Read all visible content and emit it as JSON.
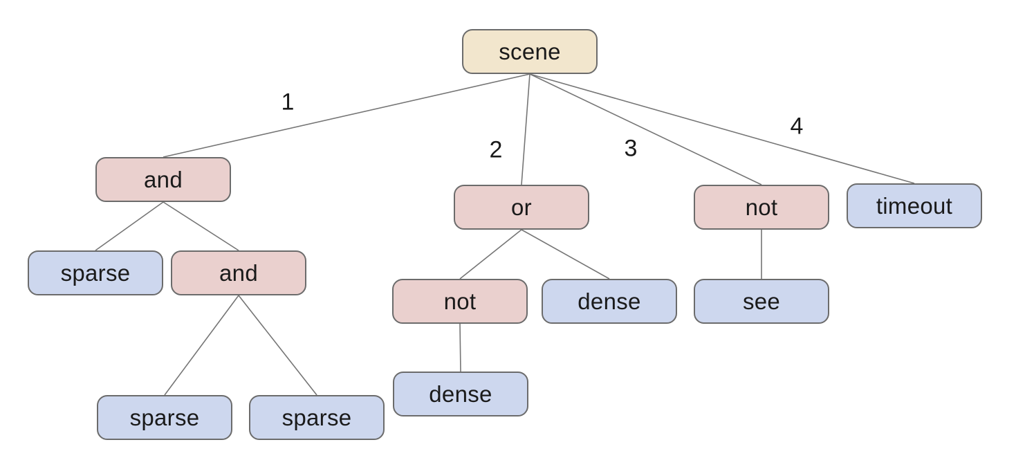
{
  "diagram": {
    "colors": {
      "background": "#ffffff",
      "root_fill": "#f2e6cd",
      "operator_fill": "#ead0ce",
      "leaf_fill": "#cdd7ee",
      "node_border": "#6b6b6b",
      "edge_line": "#757575",
      "text_color": "#1a1a1a"
    },
    "nodes": [
      {
        "id": "scene",
        "label": "scene",
        "kind": "root"
      },
      {
        "id": "and-1",
        "label": "and",
        "kind": "operator"
      },
      {
        "id": "or-1",
        "label": "or",
        "kind": "operator"
      },
      {
        "id": "not-1",
        "label": "not",
        "kind": "operator"
      },
      {
        "id": "timeout-1",
        "label": "timeout",
        "kind": "leaf"
      },
      {
        "id": "sparse-1",
        "label": "sparse",
        "kind": "leaf"
      },
      {
        "id": "and-2",
        "label": "and",
        "kind": "operator"
      },
      {
        "id": "not-2",
        "label": "not",
        "kind": "operator"
      },
      {
        "id": "dense-1",
        "label": "dense",
        "kind": "leaf"
      },
      {
        "id": "see-1",
        "label": "see",
        "kind": "leaf"
      },
      {
        "id": "sparse-2",
        "label": "sparse",
        "kind": "leaf"
      },
      {
        "id": "sparse-3",
        "label": "sparse",
        "kind": "leaf"
      },
      {
        "id": "dense-2",
        "label": "dense",
        "kind": "leaf"
      }
    ],
    "edges": [
      {
        "from": "scene",
        "to": "and-1",
        "label": "1"
      },
      {
        "from": "scene",
        "to": "or-1",
        "label": "2"
      },
      {
        "from": "scene",
        "to": "not-1",
        "label": "3"
      },
      {
        "from": "scene",
        "to": "timeout-1",
        "label": "4"
      },
      {
        "from": "and-1",
        "to": "sparse-1",
        "label": ""
      },
      {
        "from": "and-1",
        "to": "and-2",
        "label": ""
      },
      {
        "from": "and-2",
        "to": "sparse-2",
        "label": ""
      },
      {
        "from": "and-2",
        "to": "sparse-3",
        "label": ""
      },
      {
        "from": "or-1",
        "to": "not-2",
        "label": ""
      },
      {
        "from": "or-1",
        "to": "dense-1",
        "label": ""
      },
      {
        "from": "not-2",
        "to": "dense-2",
        "label": ""
      },
      {
        "from": "not-1",
        "to": "see-1",
        "label": ""
      }
    ]
  }
}
